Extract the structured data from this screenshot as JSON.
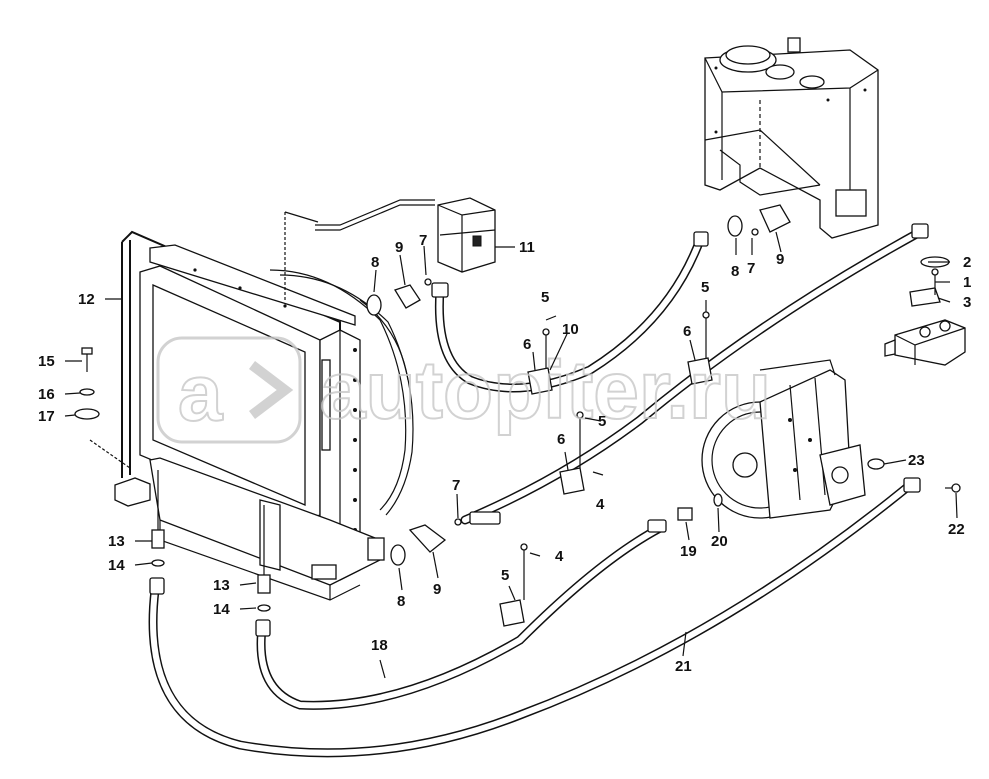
{
  "watermark": {
    "text": "autopiter.ru",
    "logo_letter": "a"
  },
  "callouts": [
    {
      "id": "c1",
      "label": "1"
    },
    {
      "id": "c2",
      "label": "2"
    },
    {
      "id": "c3",
      "label": "3"
    },
    {
      "id": "c4a",
      "label": "4"
    },
    {
      "id": "c4b",
      "label": "4"
    },
    {
      "id": "c5a",
      "label": "5"
    },
    {
      "id": "c5b",
      "label": "5"
    },
    {
      "id": "c5c",
      "label": "5"
    },
    {
      "id": "c5d",
      "label": "5"
    },
    {
      "id": "c6a",
      "label": "6"
    },
    {
      "id": "c6b",
      "label": "6"
    },
    {
      "id": "c6c",
      "label": "6"
    },
    {
      "id": "c7a",
      "label": "7"
    },
    {
      "id": "c7b",
      "label": "7"
    },
    {
      "id": "c7c",
      "label": "7"
    },
    {
      "id": "c8a",
      "label": "8"
    },
    {
      "id": "c8b",
      "label": "8"
    },
    {
      "id": "c8c",
      "label": "8"
    },
    {
      "id": "c9a",
      "label": "9"
    },
    {
      "id": "c9b",
      "label": "9"
    },
    {
      "id": "c9c",
      "label": "9"
    },
    {
      "id": "c10",
      "label": "10"
    },
    {
      "id": "c11",
      "label": "11"
    },
    {
      "id": "c12",
      "label": "12"
    },
    {
      "id": "c13a",
      "label": "13"
    },
    {
      "id": "c13b",
      "label": "13"
    },
    {
      "id": "c14a",
      "label": "14"
    },
    {
      "id": "c14b",
      "label": "14"
    },
    {
      "id": "c15",
      "label": "15"
    },
    {
      "id": "c16",
      "label": "16"
    },
    {
      "id": "c17",
      "label": "17"
    },
    {
      "id": "c18",
      "label": "18"
    },
    {
      "id": "c19",
      "label": "19"
    },
    {
      "id": "c20",
      "label": "20"
    },
    {
      "id": "c21",
      "label": "21"
    },
    {
      "id": "c22",
      "label": "22"
    },
    {
      "id": "c23",
      "label": "23"
    }
  ]
}
